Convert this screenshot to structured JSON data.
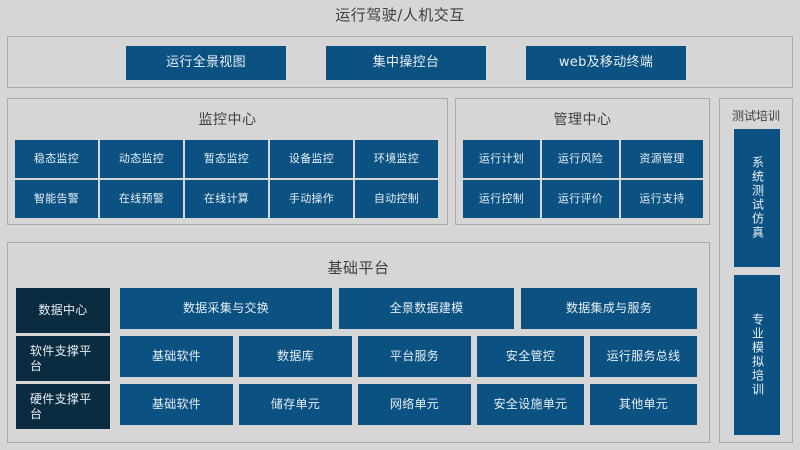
{
  "diagram": {
    "title": "运行驾驶/人机交互",
    "background_color": "#d6d6d6",
    "accent_color": "#0b5283",
    "accent_dark_color": "#0a2b40"
  },
  "interaction_layer": {
    "items": [
      {
        "label": "运行全景视图"
      },
      {
        "label": "集中操控台"
      },
      {
        "label": "web及移动终端"
      }
    ]
  },
  "monitoring_center": {
    "title": "监控中心",
    "row1": [
      {
        "label": "稳态监控"
      },
      {
        "label": "动态监控"
      },
      {
        "label": "暂态监控"
      },
      {
        "label": "设备监控"
      },
      {
        "label": "环境监控"
      }
    ],
    "row2": [
      {
        "label": "智能告警"
      },
      {
        "label": "在线预警"
      },
      {
        "label": "在线计算"
      },
      {
        "label": "手动操作"
      },
      {
        "label": "自动控制"
      }
    ]
  },
  "management_center": {
    "title": "管理中心",
    "row1": [
      {
        "label": "运行计划"
      },
      {
        "label": "运行风险"
      },
      {
        "label": "资源管理"
      }
    ],
    "row2": [
      {
        "label": "运行控制"
      },
      {
        "label": "运行评价"
      },
      {
        "label": "运行支持"
      }
    ]
  },
  "training_center": {
    "title": "测试培训",
    "items": [
      {
        "label": "系统测试仿真"
      },
      {
        "label": "专业模拟培训"
      }
    ]
  },
  "base_platform": {
    "title": "基础平台",
    "rows": [
      {
        "label": "数据中心",
        "items": [
          {
            "label": "数据采集与交换"
          },
          {
            "label": "全景数据建模"
          },
          {
            "label": "数据集成与服务"
          }
        ]
      },
      {
        "label": "软件支撑平台",
        "items": [
          {
            "label": "基础软件"
          },
          {
            "label": "数据库"
          },
          {
            "label": "平台服务"
          },
          {
            "label": "安全管控"
          },
          {
            "label": "运行服务总线"
          }
        ]
      },
      {
        "label": "硬件支撑平台",
        "items": [
          {
            "label": "基础软件"
          },
          {
            "label": "储存单元"
          },
          {
            "label": "网络单元"
          },
          {
            "label": "安全设施单元"
          },
          {
            "label": "其他单元"
          }
        ]
      }
    ]
  }
}
